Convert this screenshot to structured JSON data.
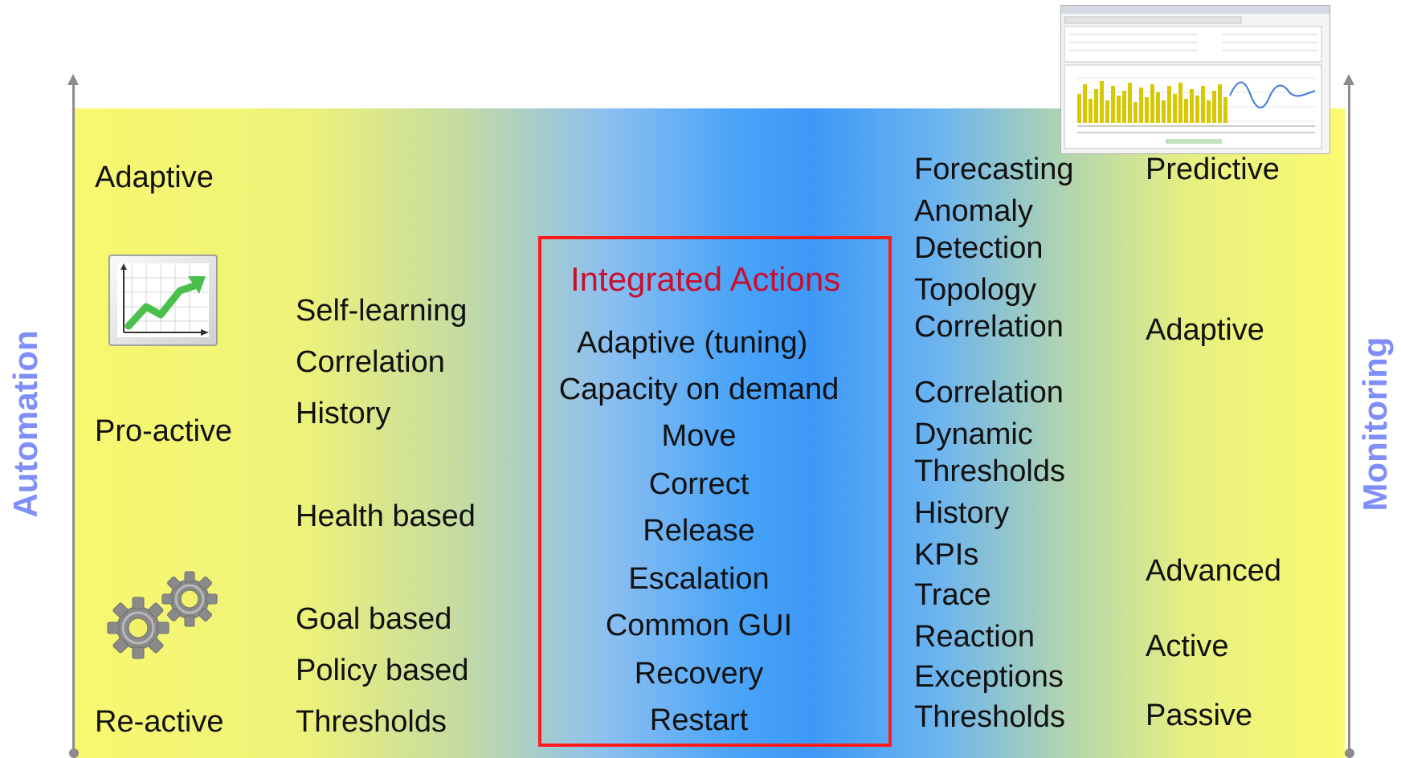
{
  "axes": {
    "left_label": "Automation",
    "right_label": "Monitoring"
  },
  "left_levels": [
    "Adaptive",
    "Pro-active",
    "Re-active"
  ],
  "automation_items": [
    "Self-learning",
    "Correlation",
    "History",
    "Health based",
    "Goal based",
    "Policy based",
    "Thresholds"
  ],
  "integrated_actions": {
    "title": "Integrated Actions",
    "items": [
      "Adaptive (tuning)",
      "Capacity on demand",
      "Move",
      "Correct",
      "Release",
      "Escalation",
      "Common GUI",
      "Recovery",
      "Restart"
    ]
  },
  "monitoring_items": [
    "Forecasting",
    "Anomaly",
    "Detection",
    "Topology",
    "Correlation",
    "Correlation",
    "Dynamic",
    "Thresholds",
    "History",
    "KPIs",
    "Trace",
    "Reaction",
    "Exceptions",
    "Thresholds"
  ],
  "right_levels": [
    "Predictive",
    "Adaptive",
    "Advanced",
    "Active",
    "Passive"
  ],
  "icons": {
    "chart_icon": "trend-chart-icon",
    "gears_icon": "gears-icon",
    "screenshot": "monitoring-screenshot-thumbnail"
  },
  "colors": {
    "axis_label": "#7f8ef8",
    "box_border": "#ff1a1a",
    "box_title": "#c8102e",
    "axis": "#8c8c8c"
  }
}
